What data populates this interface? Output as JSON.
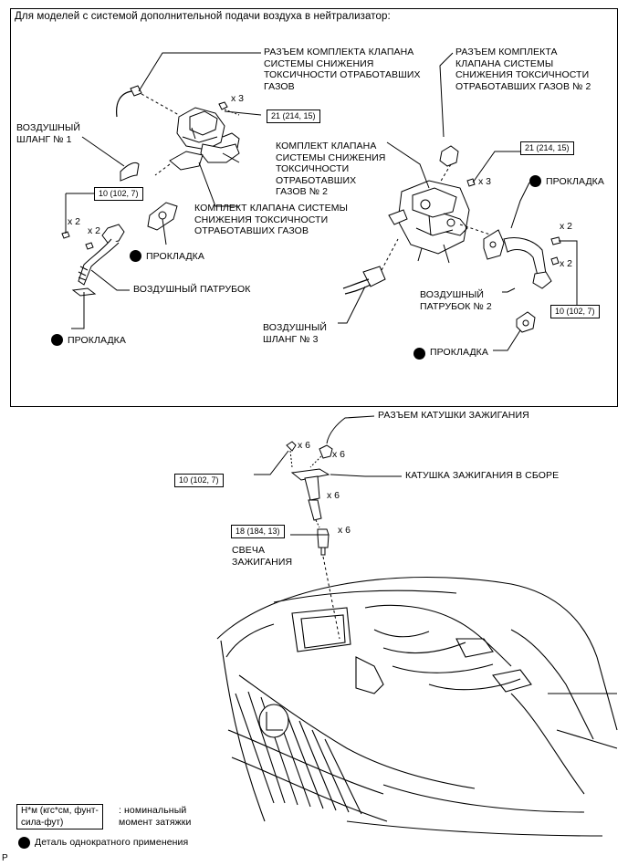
{
  "header": "Для моделей с системой дополнительной подачи воздуха в нейтрализатор:",
  "labels": {
    "conn_valve_kit": "РАЗЪЕМ КОМПЛЕКТА КЛАПАНА\nСИСТЕМЫ СНИЖЕНИЯ\nТОКСИЧНОСТИ ОТРАБОТАВШИХ\nГАЗОВ",
    "conn_valve_kit_2": "РАЗЪЕМ КОМПЛЕКТА\nКЛАПАНА СИСТЕМЫ\nСНИЖЕНИЯ ТОКСИЧНОСТИ\nОТРАБОТАВШИХ ГАЗОВ № 2",
    "air_hose_1": "ВОЗДУШНЫЙ\nШЛАНГ № 1",
    "valve_kit_2": "КОМПЛЕКТ КЛАПАНА\nСИСТЕМЫ СНИЖЕНИЯ\nТОКСИЧНОСТИ\nОТРАБОТАВШИХ\nГАЗОВ № 2",
    "valve_kit": "КОМПЛЕКТ КЛАПАНА СИСТЕМЫ\nСНИЖЕНИЯ ТОКСИЧНОСТИ\nОТРАБОТАВШИХ ГАЗОВ",
    "gasket_a": "ПРОКЛАДКА",
    "gasket_b": "ПРОКЛАДКА",
    "gasket_c": "ПРОКЛАДКА",
    "gasket_d": "ПРОКЛАДКА",
    "air_pipe": "ВОЗДУШНЫЙ ПАТРУБОК",
    "air_pipe_2": "ВОЗДУШНЫЙ\nПАТРУБОК № 2",
    "air_hose_3": "ВОЗДУШНЫЙ\nШЛАНГ № 3",
    "coil_connector": "РАЗЪЕМ КАТУШКИ ЗАЖИГАНИЯ",
    "coil_assembly": "КАТУШКА ЗАЖИГАНИЯ В СБОРЕ",
    "spark_plug": "СВЕЧА\nЗАЖИГАНИЯ"
  },
  "torques": {
    "t21_a": "21 (214, 15)",
    "t10_a": "10 (102, 7)",
    "t21_b": "21 (214, 15)",
    "t10_b": "10 (102, 7)",
    "t10_c": "10 (102, 7)",
    "t18": "18 (184, 13)"
  },
  "quantities": {
    "q_x3_a": "x 3",
    "q_x2_a": "x 2",
    "q_x2_b": "x 2",
    "q_x3_b": "x 3",
    "q_x2_c": "x 2",
    "q_x2_d": "x 2",
    "q_x6_bolt": "x 6",
    "q_x6_conn": "x 6",
    "q_x6_coil": "x 6",
    "q_x6_plug": "x 6"
  },
  "legend": {
    "torque_unit": "Н*м (кгс*см, фунт-\nсила-фут)",
    "torque_desc": ": номинальный\nмомент затяжки",
    "single_use": "Деталь однократного применения"
  },
  "corner_mark": "P"
}
